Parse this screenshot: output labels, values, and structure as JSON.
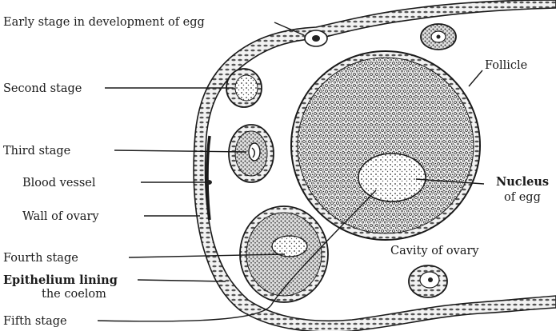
{
  "labels": {
    "early_stage": "Early stage in development of egg",
    "second_stage": "Second stage",
    "third_stage": "Third stage",
    "blood_vessel": "Blood vessel",
    "wall_of_ovary": "Wall of ovary",
    "fourth_stage": "Fourth stage",
    "epithelium_line1": "Epithelium lining",
    "epithelium_line2": "the coelom",
    "fifth_stage": "Fifth stage",
    "follicle": "Follicle",
    "nucleus_line1": "Nucleus",
    "nucleus_line2": "of egg",
    "cavity_of_ovary": "Cavity of ovary"
  }
}
